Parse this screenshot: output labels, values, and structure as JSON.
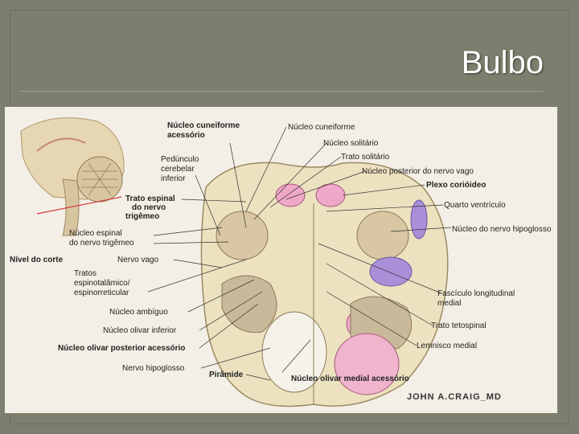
{
  "slide": {
    "title": "Bulbo"
  },
  "figure": {
    "labels_left": [
      {
        "key": "nucleo_cuneiforme_acessorio_1",
        "text": "Núcleo cuneiforme",
        "bold": true
      },
      {
        "key": "nucleo_cuneiforme_acessorio_2",
        "text": "acessório",
        "bold": true
      },
      {
        "key": "pedunculo_1",
        "text": "Pedúnculo",
        "bold": false
      },
      {
        "key": "pedunculo_2",
        "text": "cerebelar",
        "bold": false
      },
      {
        "key": "pedunculo_3",
        "text": "inferior",
        "bold": false
      },
      {
        "key": "trato_espinal_1",
        "text": "Trato espinal",
        "bold": true
      },
      {
        "key": "trato_espinal_2",
        "text": "do nervo",
        "bold": true
      },
      {
        "key": "trato_espinal_3",
        "text": "trigêmeo",
        "bold": true
      },
      {
        "key": "nucleo_espinal_1",
        "text": "Núcleo espinal",
        "bold": false
      },
      {
        "key": "nucleo_espinal_2",
        "text": "do nervo trigêmeo",
        "bold": false
      },
      {
        "key": "nivel_corte",
        "text": "Nível do corte",
        "bold": true
      },
      {
        "key": "nervo_vago",
        "text": "Nervo vago",
        "bold": false
      },
      {
        "key": "tratos_1",
        "text": "Tratos",
        "bold": false
      },
      {
        "key": "tratos_2",
        "text": "espinotalâmico/",
        "bold": false
      },
      {
        "key": "tratos_3",
        "text": "espinorreticular",
        "bold": false
      },
      {
        "key": "nucleo_ambiguo",
        "text": "Núcleo ambíguo",
        "bold": false
      },
      {
        "key": "nucleo_olivar_inferior",
        "text": "Núcleo olivar inferior",
        "bold": false
      },
      {
        "key": "nucleo_olivar_posterior",
        "text": "Núcleo olivar posterior acessório",
        "bold": true
      },
      {
        "key": "nervo_hipoglosso",
        "text": "Nervo hipoglosso",
        "bold": false
      },
      {
        "key": "piramide",
        "text": "Pirâmide",
        "bold": true
      }
    ],
    "labels_right": [
      {
        "key": "nucleo_cuneiforme",
        "text": "Núcleo cuneiforme",
        "bold": false
      },
      {
        "key": "nucleo_solitario",
        "text": "Núcleo solitário",
        "bold": false
      },
      {
        "key": "trato_solitario",
        "text": "Trato solitário",
        "bold": false
      },
      {
        "key": "nucleo_posterior_vago",
        "text": "Núcleo posterior do nervo vago",
        "bold": false
      },
      {
        "key": "plexo_corioideo",
        "text": "Plexo corióideo",
        "bold": true
      },
      {
        "key": "quarto_ventriculo",
        "text": "Quarto ventrículo",
        "bold": false
      },
      {
        "key": "nucleo_hipoglosso",
        "text": "Núcleo do nervo hipoglosso",
        "bold": false
      },
      {
        "key": "fasciculo_1",
        "text": "Fascículo longitudinal",
        "bold": false
      },
      {
        "key": "fasciculo_2",
        "text": "medial",
        "bold": false
      },
      {
        "key": "trato_tetospinal",
        "text": "Trato tetospinal",
        "bold": false
      },
      {
        "key": "lemnisco_medial",
        "text": "Lemnisco medial",
        "bold": false
      },
      {
        "key": "nucleo_olivar_medial",
        "text": "Núcleo olivar medial acessório",
        "bold": true
      }
    ],
    "signature": "JOHN A.CRAIG_MD",
    "colors": {
      "tissue": "#ede2c0",
      "gray_matter": "#c9b99a",
      "pink": "#f0a8c8",
      "purple": "#a98fd8",
      "red_line": "#d33b3b"
    }
  }
}
